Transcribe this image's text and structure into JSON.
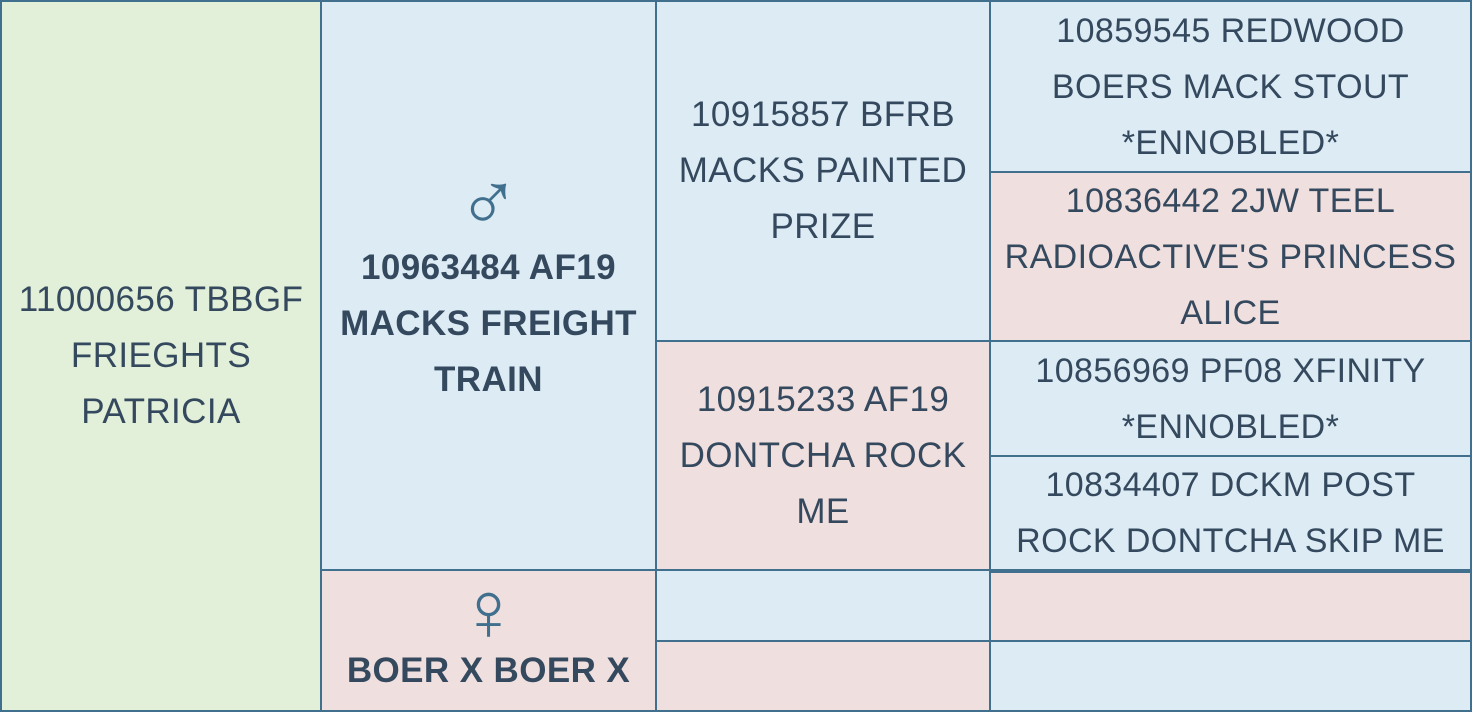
{
  "subject": {
    "label": "11000656 TBBGF FRIEGHTS PATRICIA"
  },
  "sire": {
    "symbol": "♂",
    "label": "10963484 AF19 MACKS FREIGHT TRAIN",
    "sire": {
      "label": "10915857 BFRB MACKS PAINTED PRIZE",
      "sire": {
        "label": "10859545 REDWOOD BOERS MACK STOUT *ENNOBLED*"
      },
      "dam": {
        "label": "10836442 2JW TEEL RADIOACTIVE'S PRINCESS ALICE"
      }
    },
    "dam": {
      "label": "10915233 AF19 DONTCHA ROCK ME",
      "sire": {
        "label": "10856969 PF08 XFINITY *ENNOBLED*"
      },
      "dam": {
        "label": "10834407 DCKM POST ROCK DONTCHA SKIP ME"
      }
    }
  },
  "dam": {
    "symbol": "♀",
    "label": "BOER X BOER X",
    "sire": {
      "label": "",
      "sire": {
        "label": ""
      },
      "dam": {
        "label": ""
      }
    },
    "dam": {
      "label": "",
      "sire": {
        "label": ""
      },
      "dam": {
        "label": ""
      }
    }
  },
  "colors": {
    "green": "#e2efd9",
    "blue": "#ddebf4",
    "pink": "#f0dfdf",
    "border": "#41708e",
    "text": "#34495e"
  }
}
